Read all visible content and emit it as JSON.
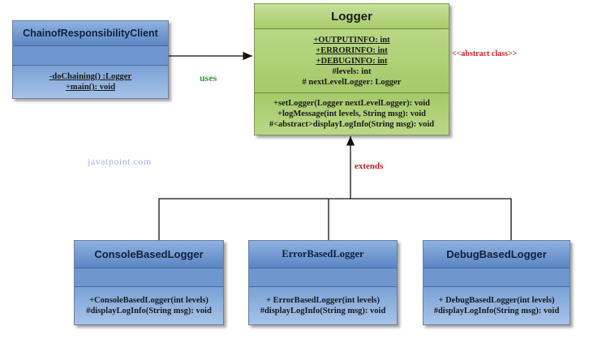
{
  "client": {
    "name": "ChainofResponsibilityClient",
    "op1": "-doChaining() :Logger",
    "op2": "+main(): void"
  },
  "logger": {
    "name": "Logger",
    "attrs": [
      "+OUTPUTINFO: int",
      "+ERRORINFO: int",
      "+DEBUGINFO: int",
      "#levels: int",
      "# nextLevelLogger: Logger"
    ],
    "ops": [
      "+setLogger(Logger nextLevelLogger): void",
      "+logMessage(int levels, String msg): void",
      "#<abstract>displayLogInfo(String msg): void"
    ]
  },
  "abstract_note": "<<abstract class>>",
  "uses_label": "uses",
  "extends_label": "extends",
  "watermark": "javatpoint.com",
  "subclasses": [
    {
      "name": "ConsoleBasedLogger",
      "op1": "+ConsoleBasedLogger(int levels)",
      "op2": "#displayLogInfo(String msg): void"
    },
    {
      "name": "ErrorBasedLogger",
      "op1": "+ ErrorBasedLogger(int levels)",
      "op2": "#displayLogInfo(String msg): void"
    },
    {
      "name": "DebugBasedLogger",
      "op1": "+ DebugBasedLogger(int levels)",
      "op2": "#displayLogInfo(String msg): void"
    }
  ],
  "colors": {
    "class_blue": "#6f97cf",
    "abstract_green": "#a9cc6c",
    "note_red": "#d02020",
    "uses_green": "#3a9a3a"
  }
}
